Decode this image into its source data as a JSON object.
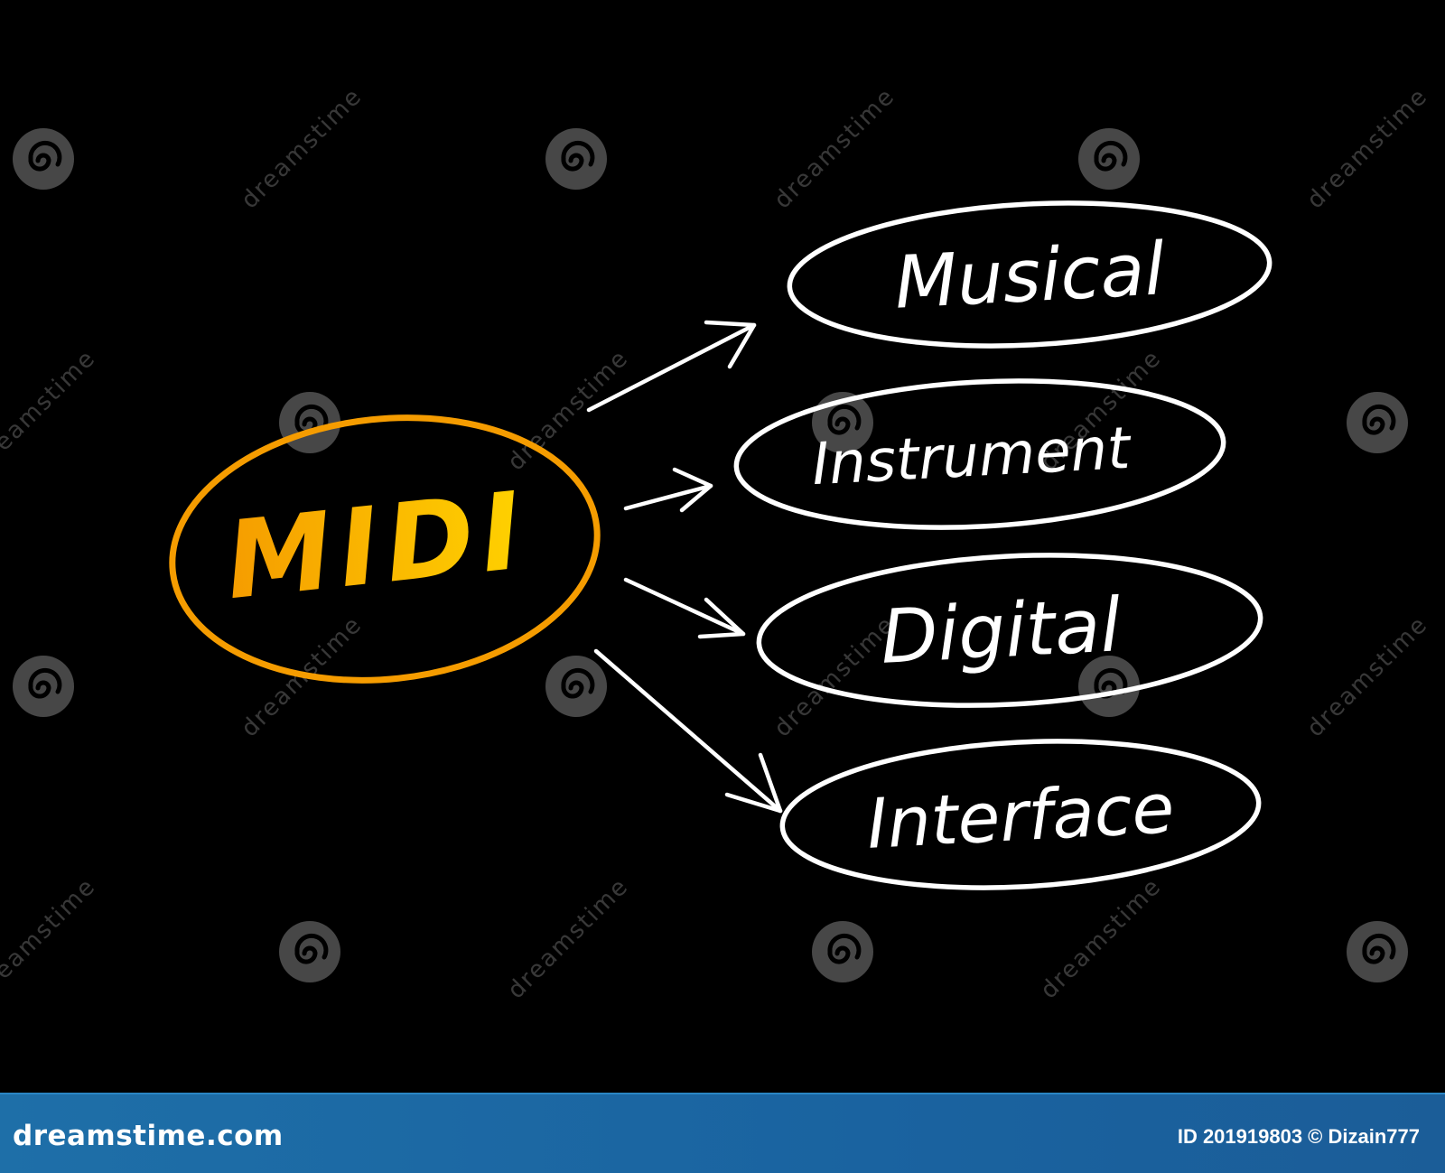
{
  "diagram": {
    "center": {
      "label": "MIDI",
      "color": "#f59c00",
      "text_gradient": [
        "#f59c00",
        "#ffd200"
      ]
    },
    "nodes": [
      {
        "label": "Musical"
      },
      {
        "label": "Instrument"
      },
      {
        "label": "Digital"
      },
      {
        "label": "Interface"
      }
    ],
    "node_color": "#ffffff",
    "arrow_color": "#ffffff",
    "background": "#000000"
  },
  "watermark": {
    "text": "dreamstime",
    "icon": "spiral-icon"
  },
  "footer": {
    "brand": "dreamstime.com",
    "credit": "ID 201919803 © Dizain777",
    "background": "#1a63a0"
  }
}
